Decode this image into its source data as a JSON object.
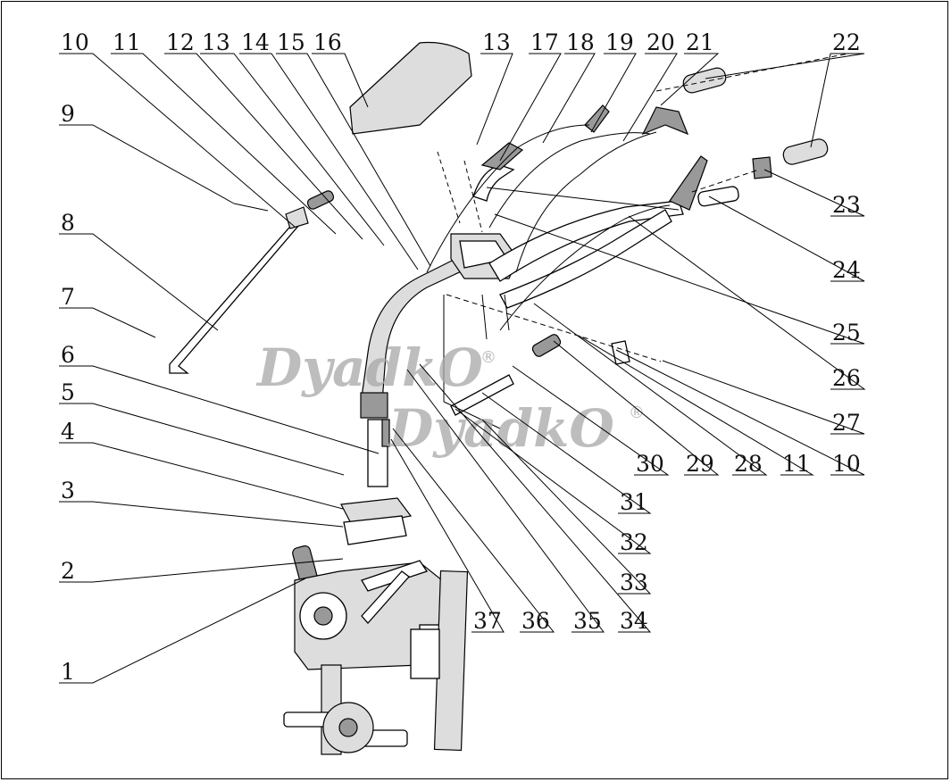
{
  "callouts_left": [
    "10",
    "11",
    "12",
    "13",
    "14",
    "15",
    "16",
    "9",
    "8",
    "7",
    "6",
    "5",
    "4",
    "3",
    "2",
    "1"
  ],
  "callouts_top_right": [
    "13",
    "17",
    "18",
    "19",
    "20",
    "21",
    "22"
  ],
  "callouts_right": [
    "23",
    "24",
    "25",
    "26",
    "27",
    "10",
    "11",
    "28",
    "29",
    "30",
    "31",
    "32",
    "33",
    "34",
    "35",
    "36",
    "37"
  ],
  "watermark": {
    "text": "DyadkO",
    "mark": "®"
  }
}
